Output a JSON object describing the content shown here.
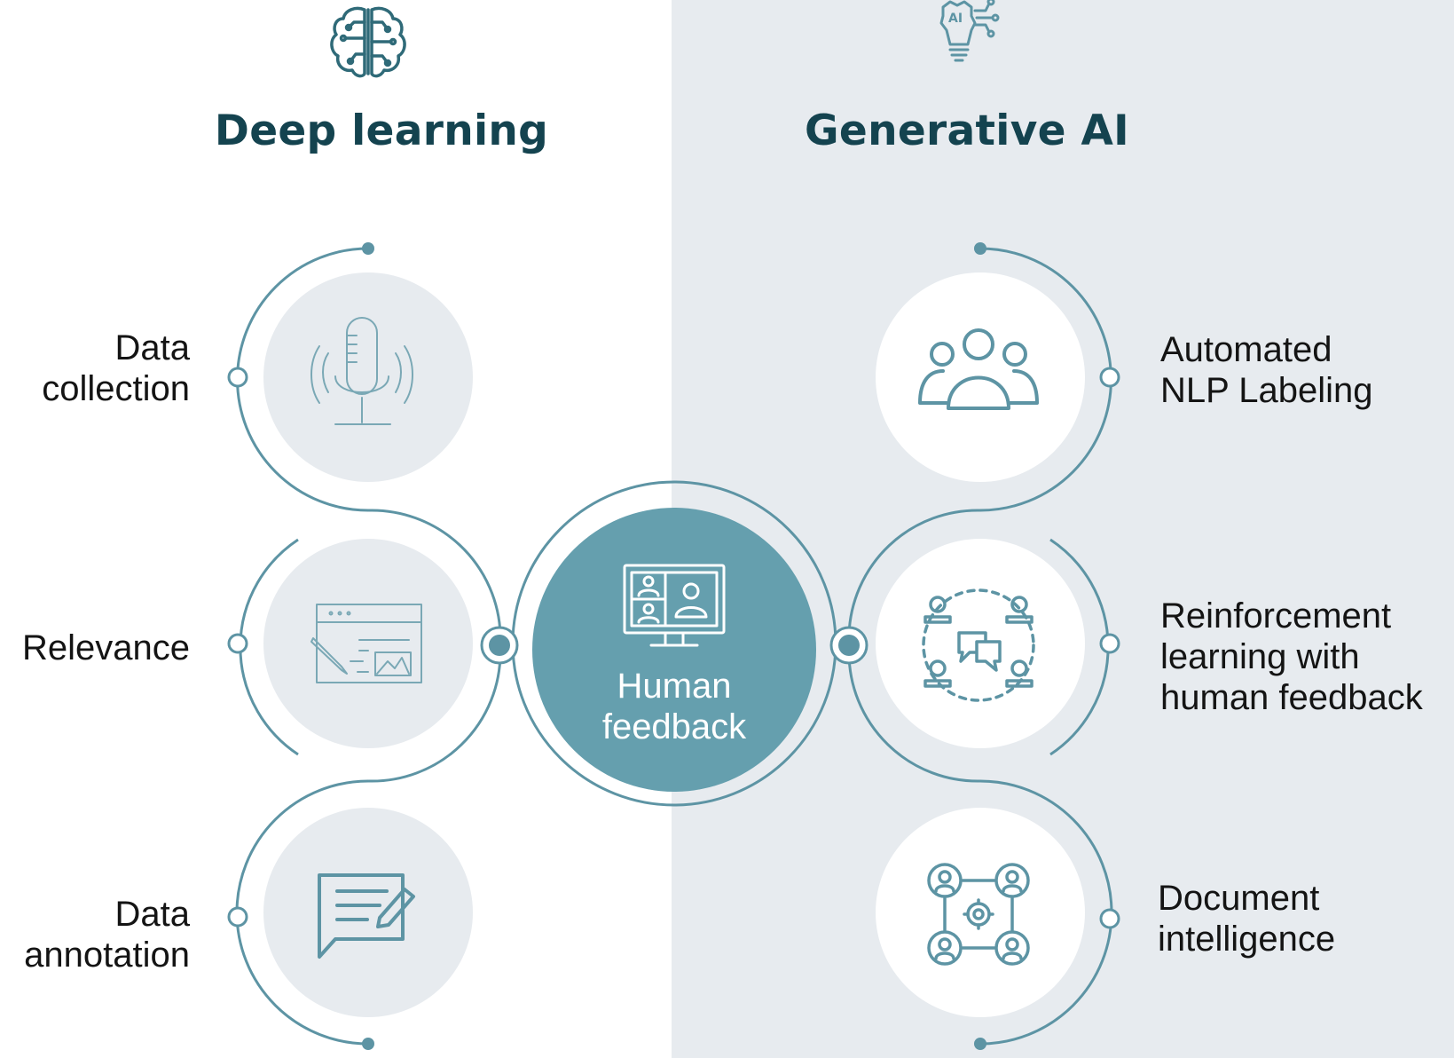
{
  "titles": {
    "left": "Deep learning",
    "right": "Generative AI"
  },
  "center": {
    "line1": "Human",
    "line2": "feedback",
    "icon": "video-conference-monitor-icon"
  },
  "left_items": [
    {
      "lines": [
        "Data",
        "collection"
      ],
      "icon": "microphone-icon"
    },
    {
      "lines": [
        "Relevance"
      ],
      "icon": "web-page-edit-icon"
    },
    {
      "lines": [
        "Data",
        "annotation"
      ],
      "icon": "chat-edit-icon"
    }
  ],
  "right_items": [
    {
      "lines": [
        "Automated",
        "NLP Labeling"
      ],
      "icon": "users-group-icon"
    },
    {
      "lines": [
        "Reinforcement",
        "learning with",
        "human feedback"
      ],
      "icon": "chat-cycle-icon"
    },
    {
      "lines": [
        "Document",
        "intelligence"
      ],
      "icon": "network-gear-icon"
    }
  ],
  "header_icons": {
    "left": "brain-circuit-icon",
    "right": "ai-lightbulb-icon",
    "right_icon_text": "AI"
  },
  "colors": {
    "dark_teal": "#14434f",
    "accent": "#5d94a4",
    "center_fill": "#659fae",
    "panel_bg": "#e7ebef",
    "circle_fill_left": "#e7ebef",
    "circle_fill_right": "#ffffff"
  }
}
